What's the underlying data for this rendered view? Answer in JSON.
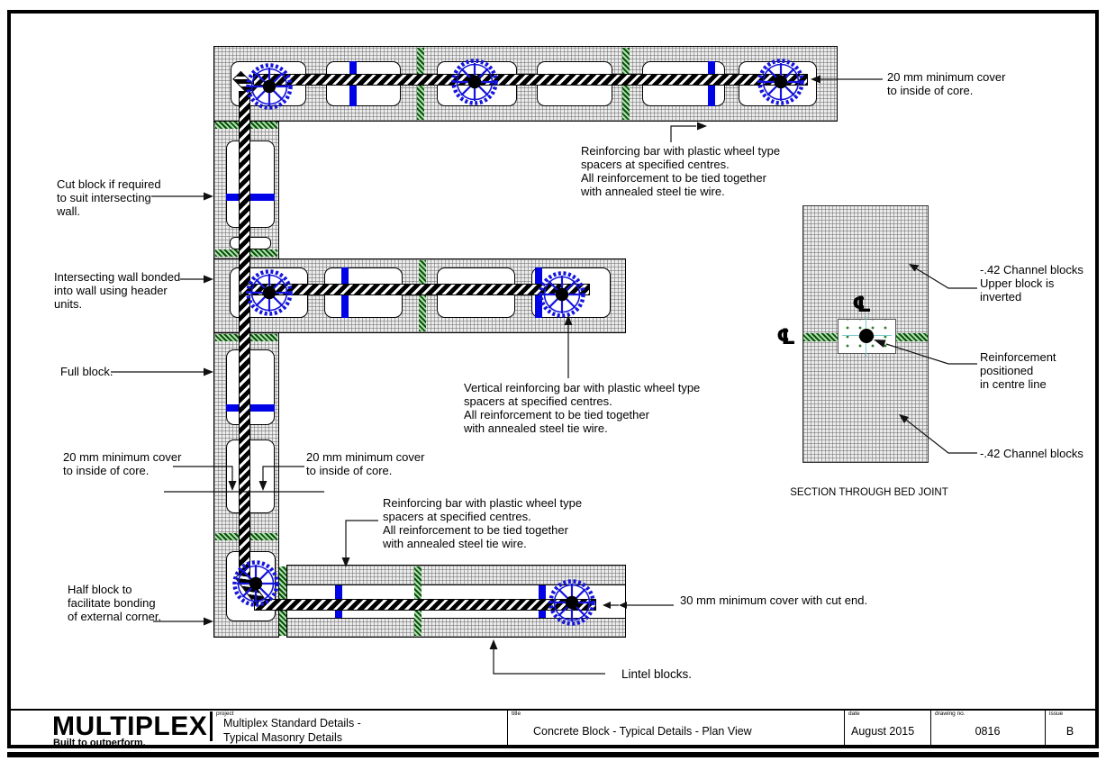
{
  "annotations": {
    "cut_block": "Cut block if required\nto suit intersecting\nwall.",
    "intersecting_wall": "Intersecting wall bonded\ninto wall using header\nunits.",
    "full_block": "Full block.",
    "cover_left": "20 mm minimum cover\nto inside of core.",
    "cover_right": "20 mm minimum cover\nto inside of core.",
    "cover_top_right": "20 mm minimum cover\nto inside of core.",
    "reinforcing_top": "Reinforcing bar with plastic wheel type\nspacers at specified centres.\nAll reinforcement to be tied together\nwith annealed steel tie wire.",
    "vertical_reinforcing": "Vertical reinforcing bar with plastic wheel type\nspacers at specified centres.\nAll reinforcement to be tied together\nwith annealed steel tie wire.",
    "reinforcing_bottom": "Reinforcing bar with plastic wheel type\nspacers at specified centres.\nAll reinforcement to be tied together\nwith annealed steel tie wire.",
    "half_block": "Half block to\nfacilitate bonding\nof external corner.",
    "cover_30mm": "30 mm minimum cover with cut end.",
    "lintel_blocks": "Lintel blocks.",
    "channel_blocks_top": "-.42 Channel blocks\nUpper block is\ninverted",
    "reinforcement_centre": "Reinforcement\npositioned\nin centre line",
    "channel_blocks_bottom": "-.42 Channel blocks",
    "section_caption": "SECTION THROUGH BED JOINT",
    "centreline_symbol": "℄"
  },
  "title_block": {
    "logo": "MULTIPLEX",
    "tagline": "Built to outperform.",
    "project_label": "project",
    "project": "Multiplex Standard Details -\nTypical Masonry Details",
    "title_label": "title",
    "title": "Concrete Block - Typical Details - Plan View",
    "date_label": "date",
    "date": "August 2015",
    "drawing_no_label": "drawing no.",
    "drawing_no": "0816",
    "issue_label": "issue",
    "issue": "B"
  },
  "colors": {
    "spacer_wheel_blue": "#1414dd",
    "tie_blue": "#0003e6",
    "mortar_green": "#3a9a3a",
    "block_hatch_grey": "#ececec"
  }
}
